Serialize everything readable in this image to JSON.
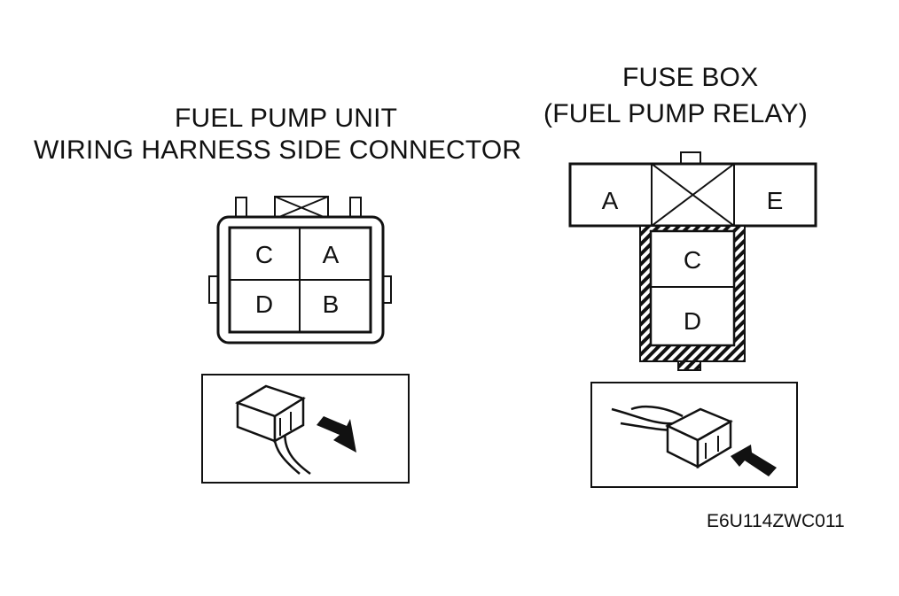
{
  "left": {
    "title_line1": "FUEL PUMP UNIT",
    "title_line2": "WIRING HARNESS SIDE CONNECTOR",
    "pins": {
      "top_left": "C",
      "top_right": "A",
      "bottom_left": "D",
      "bottom_right": "B"
    }
  },
  "right": {
    "title_line1": "FUSE BOX",
    "title_line2": "(FUEL PUMP RELAY)",
    "pins": {
      "left": "A",
      "right": "E",
      "upper": "C",
      "lower": "D"
    }
  },
  "figure_code": "E6U114ZWC011"
}
